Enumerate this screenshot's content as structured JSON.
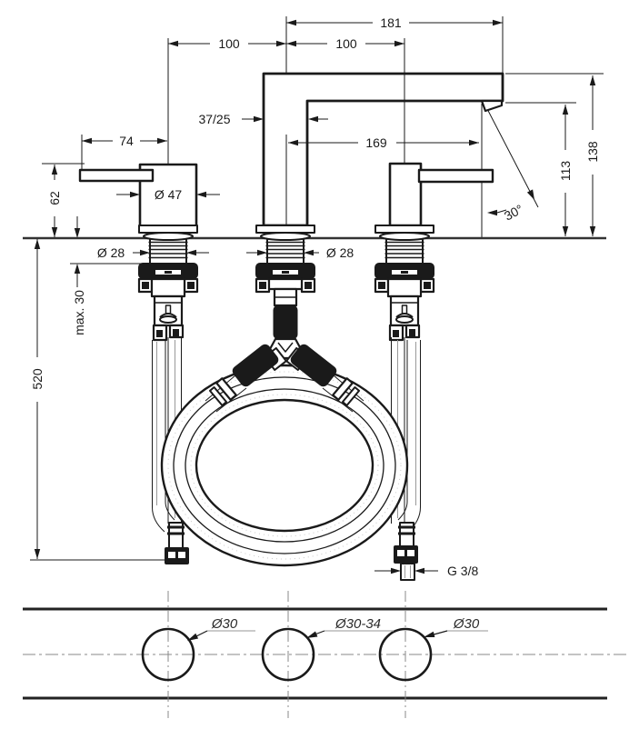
{
  "drawing": {
    "dimensions": {
      "spout_reach_total": "181",
      "spacing_left": "100",
      "spacing_right": "100",
      "handle_length": "74",
      "spout_offset": "37/25",
      "outlet_reach": "169",
      "outlet_height": "113",
      "spout_height": "138",
      "handle_height": "62",
      "hose_length": "520",
      "deck_max_thickness": "max. 30",
      "handle_diameter": "Ø 47",
      "shank_diameter_left": "Ø 28",
      "shank_diameter_center": "Ø 28",
      "connection_thread": "G 3/8",
      "outlet_angle": "30°"
    },
    "plan_view": {
      "hole_left": "Ø30",
      "hole_center": "Ø30-34",
      "hole_right": "Ø30"
    },
    "colors": {
      "line": "#1a1a1a",
      "centerline": "#888888",
      "leader": "#aaaaaa"
    }
  }
}
